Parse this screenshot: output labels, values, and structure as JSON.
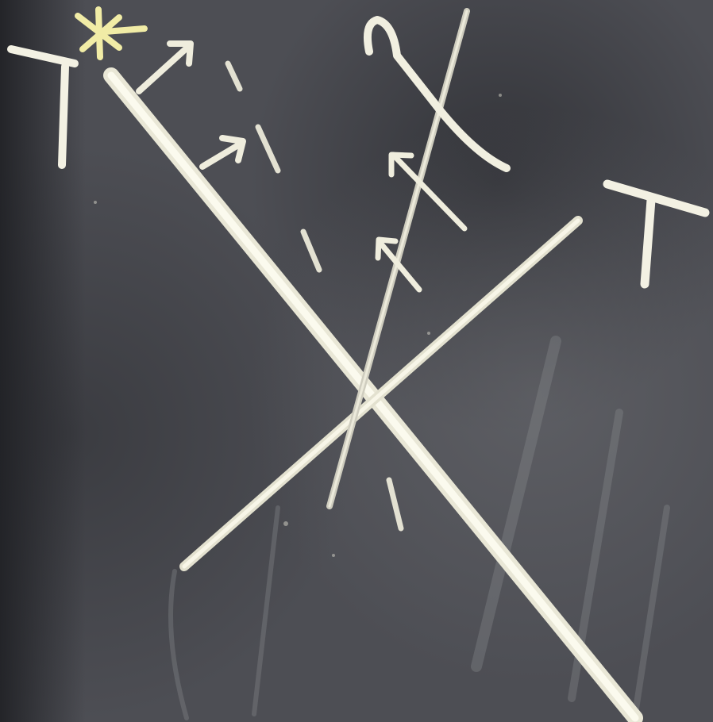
{
  "scene": {
    "subject": "chalkboard",
    "labels": {
      "top_left_symbol": "T*",
      "right_symbol": "T"
    },
    "colors": {
      "board": "#4b4c52",
      "board_dark": "#2d2e33",
      "chalk": "#f2f0e2",
      "chalk_dim": "#cfcdbf",
      "chalk_yellow": "#f4efb0"
    }
  }
}
